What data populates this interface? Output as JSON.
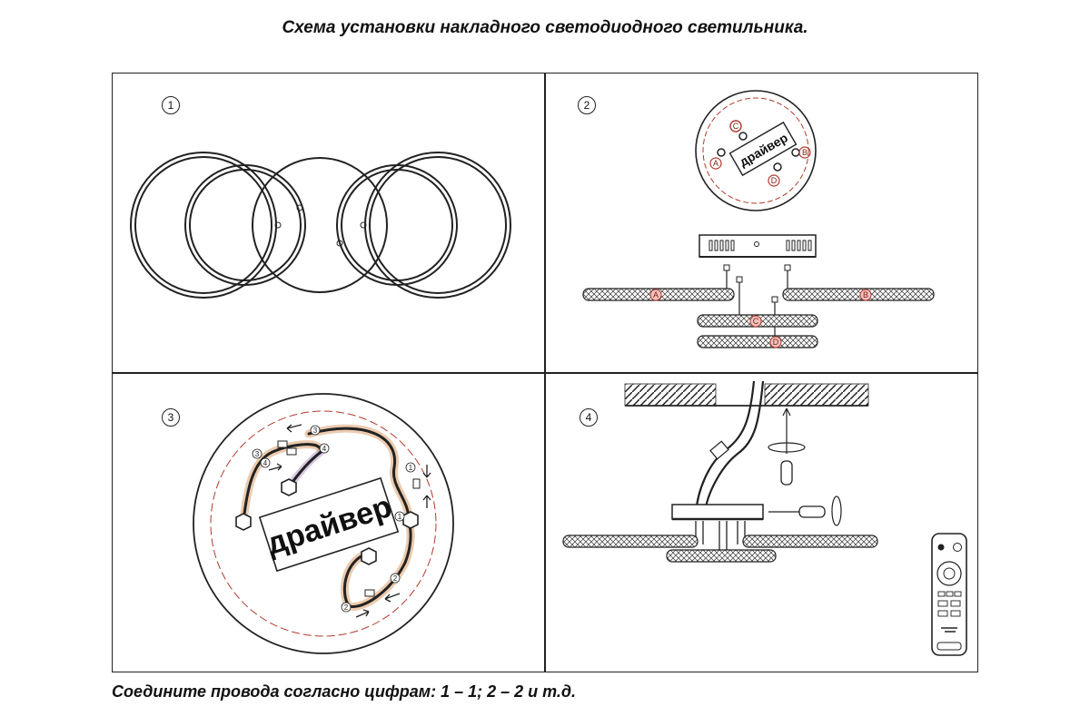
{
  "title": "Схема установки накладного светодиодного светильника.",
  "footer": "Соедините провода согласно цифрам: 1 – 1; 2 – 2 и т.д.",
  "panels": {
    "p1": {
      "number": "1"
    },
    "p2": {
      "number": "2",
      "driver_label": "драйвер",
      "letters": [
        "A",
        "B",
        "C",
        "D"
      ]
    },
    "p3": {
      "number": "3",
      "driver_label": "драйвер",
      "wire_numbers": [
        "1",
        "2",
        "3",
        "4"
      ]
    },
    "p4": {
      "number": "4"
    }
  },
  "colors": {
    "line": "#222222",
    "dashed_circle": "#b03a2e",
    "wire_glow": "#c96a1a"
  }
}
